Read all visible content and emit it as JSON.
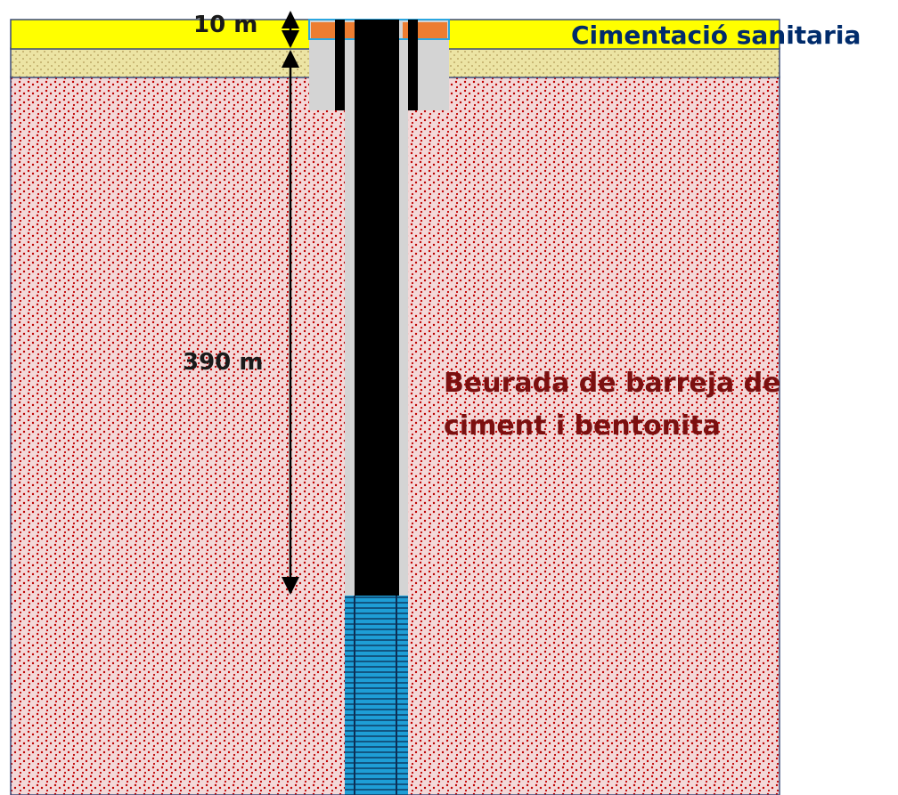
{
  "labels": {
    "top_depth": "10 m",
    "main_depth": "390 m",
    "sanitary_cement": "Cimentació sanitaria",
    "grout_line1": "Beurada de barreja de",
    "grout_line2": "ciment i bentonita"
  },
  "colors": {
    "topsoil": "#ffff00",
    "sand": "#ece4a4",
    "ground": "#f3d8d8",
    "ground_dots": "#c00000",
    "grout": "#d4d4d4",
    "pipe": "#000000",
    "cement_cap": "#ed7d31",
    "screen": "#1e9ed6",
    "label_text": "#1a1a1a",
    "grout_text": "#7b1010",
    "sanitary_text": "#002b6b"
  }
}
